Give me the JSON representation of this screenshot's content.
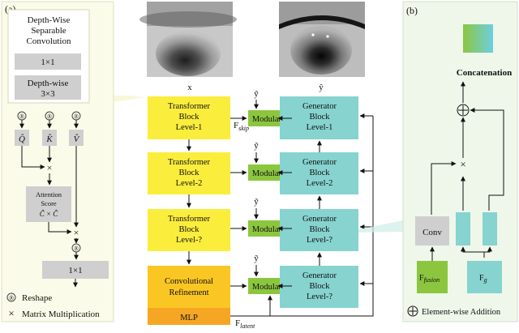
{
  "panel_a": {
    "tag": "(a)",
    "dwsc_title_line1": "Depth-Wise",
    "dwsc_title_line2": "Separable",
    "dwsc_title_line3": "Convolution",
    "conv1x1": "1×1",
    "depthwise_line1": "Depth-wise",
    "depthwise_line2": "3×3",
    "reshape_symbol": "®",
    "q_label": "Q̂",
    "k_label": "K̂",
    "v_label": "V̂",
    "times_symbol": "×",
    "attention_line1": "Attention",
    "attention_line2": "Score",
    "attention_line3": "Ĉ × Ĉ",
    "final_conv": "1×1",
    "legend_reshape": "Reshape",
    "legend_matmul": "Matrix Multiplication"
  },
  "main": {
    "input_label": "x",
    "output_label": "ŷ",
    "y_tilde": "ỹ",
    "transformer_blocks": [
      {
        "line1": "Transformer",
        "line2": "Block",
        "line3": "Level-1"
      },
      {
        "line1": "Transformer",
        "line2": "Block",
        "line3": "Level-2"
      },
      {
        "line1": "Transformer",
        "line2": "Block",
        "line3": "Level-?"
      }
    ],
    "refinement_line1": "Convolutional",
    "refinement_line2": "Refinement",
    "mlp": "MLP",
    "modulator": "Modulator",
    "generator_blocks": [
      {
        "line1": "Generator",
        "line2": "Block",
        "line3": "Level-1"
      },
      {
        "line1": "Generator",
        "line2": "Block",
        "line3": "Level-2"
      },
      {
        "line1": "Generator",
        "line2": "Block",
        "line3": "Level-?"
      },
      {
        "line1": "Generator",
        "line2": "Block",
        "line3": "Level-?"
      }
    ],
    "f_skip_base": "F",
    "f_skip_sub": "skip",
    "f_latent_base": "F",
    "f_latent_sub": "latent"
  },
  "panel_b": {
    "tag": "(b)",
    "concatenation": "Concatenation",
    "plus_symbol": "+",
    "times_symbol": "×",
    "conv": "Conv",
    "f_fusion_base": "F",
    "f_fusion_sub": "fusion",
    "f_g_base": "F",
    "f_g_sub": "g",
    "legend_plus": "Element-wise Addition"
  },
  "colors": {
    "transformer": "#fbed3c",
    "generator": "#86d3cf",
    "modulator": "#8cc63f",
    "refinement": "#f9c623",
    "mlp": "#f5a623",
    "panel_a_bg": "#fbfbe9",
    "panel_b_bg": "#eef7ea",
    "gray_box": "#cfcfcf",
    "fusion": "#8cc63f"
  }
}
